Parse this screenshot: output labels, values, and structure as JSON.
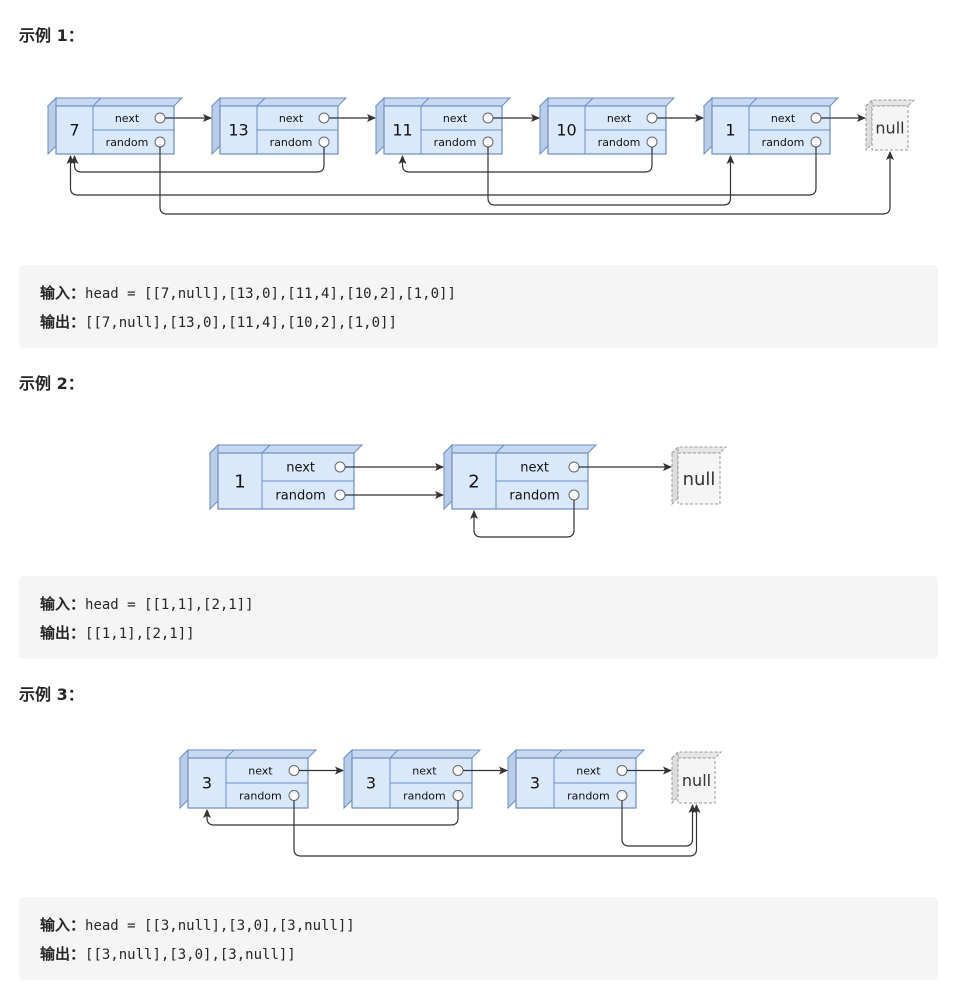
{
  "examples": [
    {
      "title": "示例 1：",
      "input_label": "输入：",
      "input_value": "head = [[7,null],[13,0],[11,4],[10,2],[1,0]]",
      "output_label": "输出：",
      "output_value": "[[7,null],[13,0],[11,4],[10,2],[1,0]]",
      "diagram": {
        "nodes": [
          "7",
          "13",
          "11",
          "10",
          "1"
        ],
        "random": [
          null,
          0,
          4,
          2,
          0
        ],
        "field_next": "next",
        "field_random": "random",
        "null_label": "null"
      }
    },
    {
      "title": "示例 2：",
      "input_label": "输入：",
      "input_value": "head = [[1,1],[2,1]]",
      "output_label": "输出：",
      "output_value": "[[1,1],[2,1]]",
      "diagram": {
        "nodes": [
          "1",
          "2"
        ],
        "random": [
          1,
          1
        ],
        "field_next": "next",
        "field_random": "random",
        "null_label": "null"
      }
    },
    {
      "title": "示例 3：",
      "input_label": "输入：",
      "input_value": "head = [[3,null],[3,0],[3,null]]",
      "output_label": "输出：",
      "output_value": "[[3,null],[3,0],[3,null]]",
      "diagram": {
        "nodes": [
          "3",
          "3",
          "3"
        ],
        "random": [
          null,
          0,
          null
        ],
        "field_next": "next",
        "field_random": "random",
        "null_label": "null"
      }
    }
  ],
  "colors": {
    "node_fill": "#dae8fc",
    "node_stroke": "#6c8ebf",
    "null_fill": "#f5f5f5",
    "null_stroke": "#999999",
    "edge": "#333333",
    "code_bg": "#f5f5f5"
  }
}
